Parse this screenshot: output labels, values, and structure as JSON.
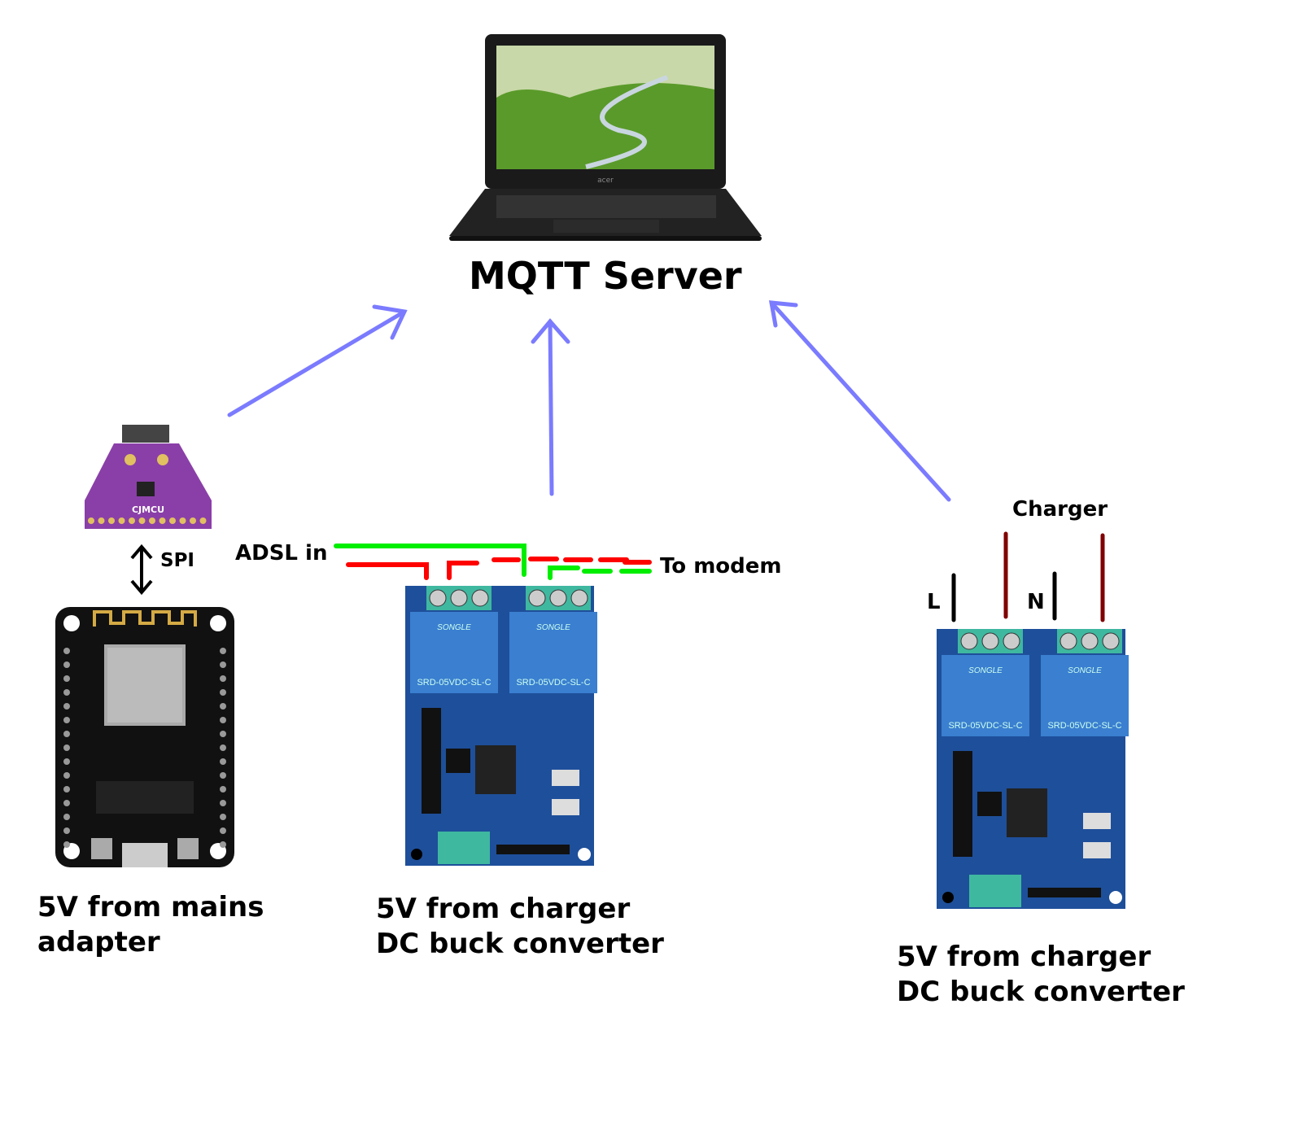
{
  "server": {
    "label": "MQTT Server",
    "laptop_brand": "acer"
  },
  "sensor": {
    "board_text": "CJMCU",
    "bus_label": "SPI"
  },
  "nodes": [
    {
      "caption_line1": "5V from mains",
      "caption_line2": "adapter"
    },
    {
      "caption_line1": "5V from charger",
      "caption_line2": "DC buck converter"
    },
    {
      "caption_line1": "5V from charger",
      "caption_line2": "DC buck converter"
    }
  ],
  "relay_board": {
    "relay_brand": "SONGLE",
    "relay_model": "SRD-05VDC-SL-C"
  },
  "wiring": {
    "adsl_in": "ADSL in",
    "to_modem": "To modem",
    "charger": "Charger",
    "live": "L",
    "neutral": "N"
  },
  "colors": {
    "arrow": "#7b7bff",
    "adsl_line_a": "#00ee00",
    "adsl_line_b": "#ff0000",
    "charger_wire": "#800000",
    "mains_wire": "#000000",
    "pcb_blue": "#1e4f9a",
    "relay_blue": "#3a7fd0",
    "terminal_green": "#3fb8a0",
    "sensor_purple": "#8a3fa8"
  }
}
